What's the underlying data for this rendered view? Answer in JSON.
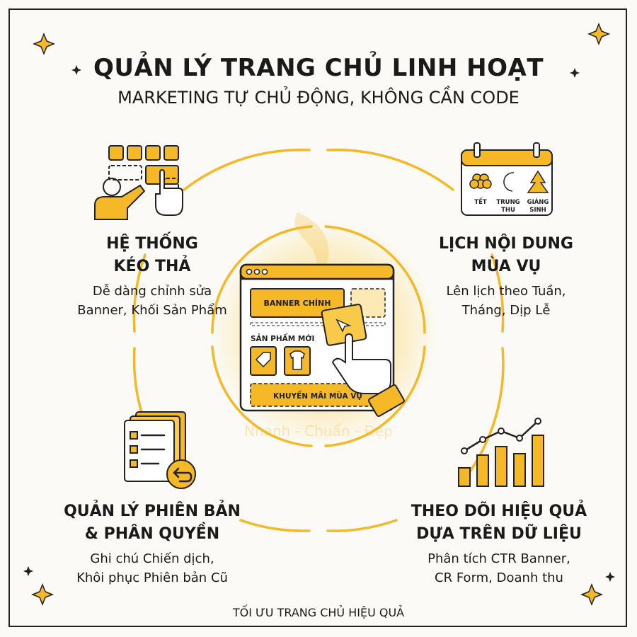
{
  "header": {
    "title": "QUẢN LÝ TRANG CHỦ LINH HOẠT",
    "subtitle": "MARKETING TỰ CHỦ ĐỘNG, KHÔNG CẦN CODE"
  },
  "sections": {
    "drag_drop": {
      "title_line1": "HỆ THỐNG",
      "title_line2": "KÉO THẢ",
      "desc_line1": "Dễ dàng chỉnh sửa",
      "desc_line2": "Banner, Khối Sản Phẩm",
      "icon": "drag-drop-grid-icon"
    },
    "calendar": {
      "title_line1": "LỊCH NỘI DUNG",
      "title_line2": "MÙA VỤ",
      "desc_line1": "Lên lịch theo Tuần,",
      "desc_line2": "Tháng, Dịp Lễ",
      "icon": "calendar-icon",
      "events": [
        {
          "line1": "TẾT",
          "line2": ""
        },
        {
          "line1": "TRUNG",
          "line2": "THU"
        },
        {
          "line1": "GIÁNG",
          "line2": "SINH"
        }
      ]
    },
    "versioning": {
      "title_line1": "QUẢN LÝ PHIÊN BẢN",
      "title_line2": "& PHÂN QUYỀN",
      "desc_line1": "Ghi chú Chiến dịch,",
      "desc_line2": "Khôi phục Phiên bản Cũ",
      "icon": "document-restore-icon"
    },
    "analytics": {
      "title_line1": "THEO DÕI HIỆU QUẢ",
      "title_line2": "DỰA TRÊN DỮ LIỆU",
      "desc_line1": "Phân tích CTR Banner,",
      "desc_line2": "CR Form, Doanh thu",
      "icon": "bar-chart-trend-icon"
    }
  },
  "center_mockup": {
    "banner_label": "BANNER CHÍNH",
    "new_products_label": "SẢN PHẨM MỚI",
    "promo_label": "KHUYẾN MÃI MÙA VỤ"
  },
  "watermark": {
    "tagline": "Nhanh - Chuẩn - Đẹp"
  },
  "footer": {
    "text": "TỐI ƯU TRANG CHỦ HIỆU QUẢ"
  },
  "colors": {
    "accent": "#f5b826",
    "accent_light": "#fbd66b",
    "ink": "#1a1a1a",
    "background": "#fbfaf6"
  }
}
